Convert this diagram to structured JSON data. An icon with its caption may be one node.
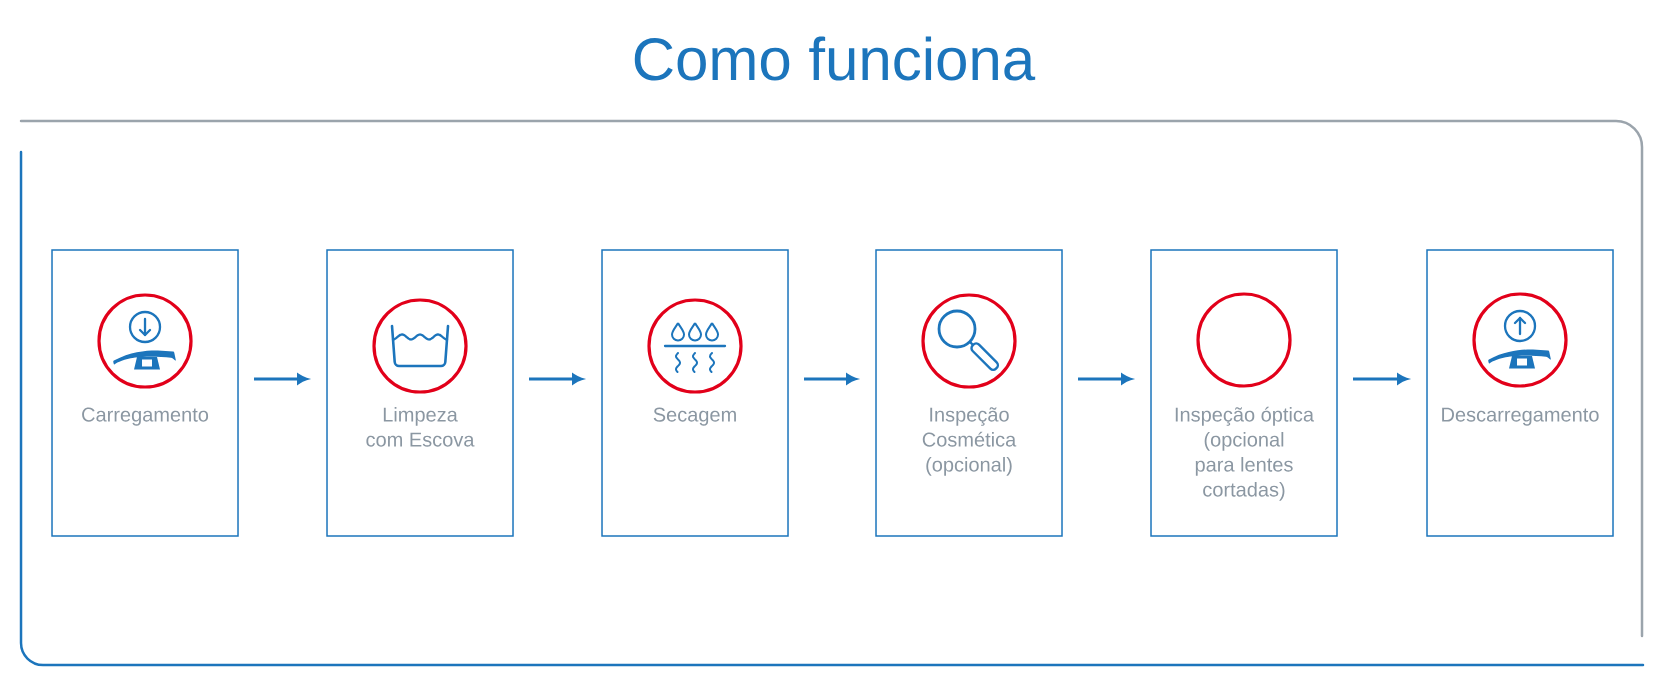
{
  "diagram": {
    "title": "Como funciona",
    "nodes": [
      {
        "text": [
          "Carregamento"
        ]
      },
      {
        "text": [
          "Limpeza com Escova"
        ]
      },
      {
        "text": [
          "Secagem"
        ]
      },
      {
        "text": [
          "Inspeção Cosmética (opcional)"
        ]
      },
      {
        "text": [
          "Inspeção óptica (opcional para lentes cortadas)"
        ]
      },
      {
        "text": [
          "Descarregamento"
        ]
      }
    ],
    "edges": [
      {
        "from": 0,
        "to": 1,
        "arrow": "to"
      },
      {
        "from": 1,
        "to": 2,
        "arrow": "to"
      },
      {
        "from": 2,
        "to": 3,
        "arrow": "to"
      },
      {
        "from": 3,
        "to": 4,
        "arrow": "to"
      },
      {
        "from": 4,
        "to": 5,
        "arrow": "to"
      }
    ]
  }
}
